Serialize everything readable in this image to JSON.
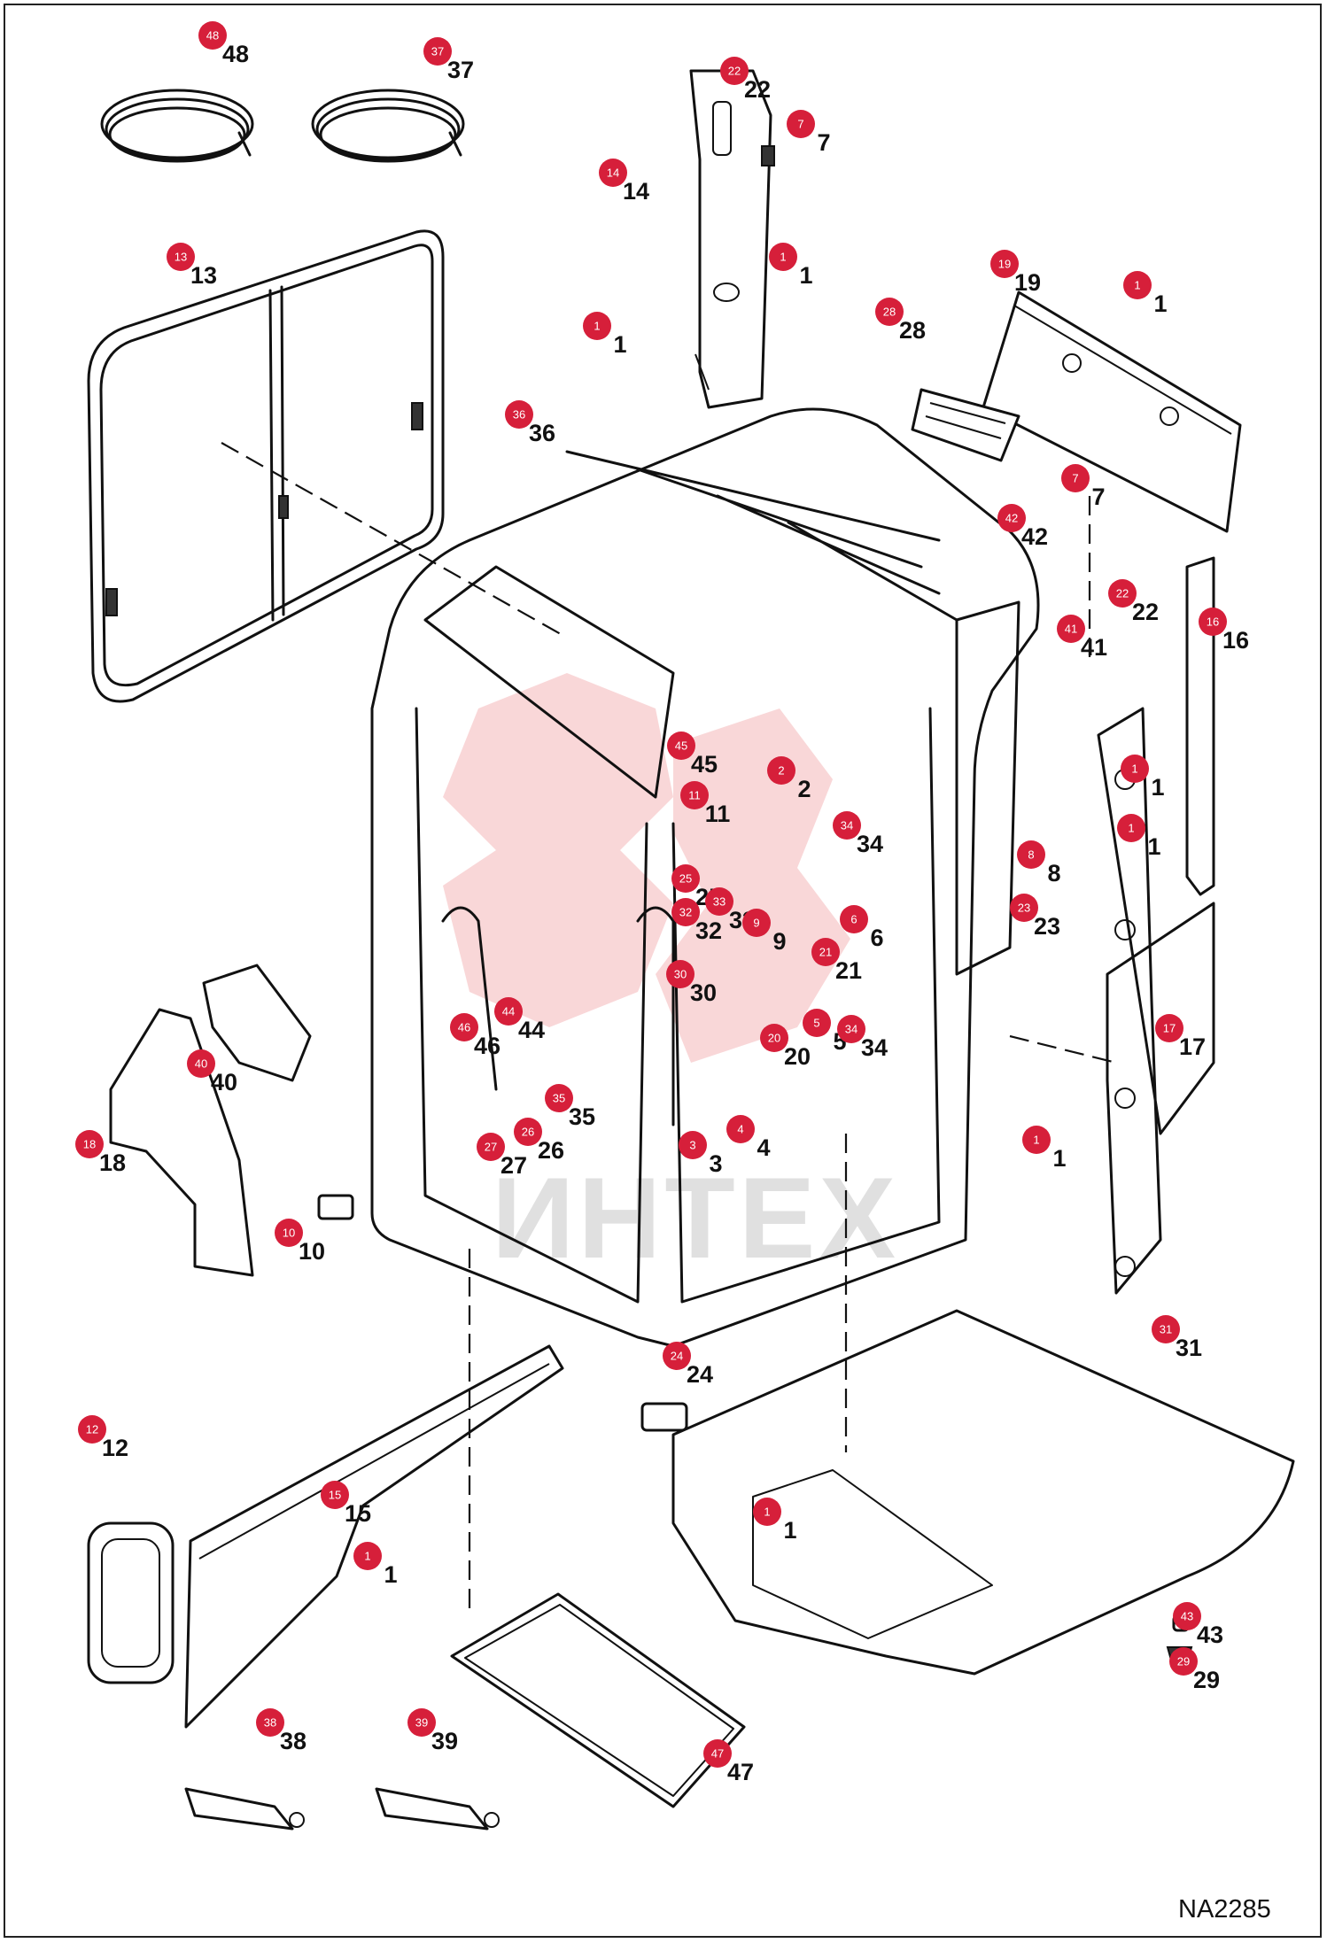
{
  "drawing_id": "NA2285",
  "watermark": "ИНТЕХ",
  "badge_color": "#d61f3a",
  "callouts": [
    {
      "id": "48",
      "label": "48"
    },
    {
      "id": "37",
      "label": "37"
    },
    {
      "id": "22a",
      "label": "22"
    },
    {
      "id": "7a",
      "label": "7"
    },
    {
      "id": "14",
      "label": "14"
    },
    {
      "id": "1a",
      "label": "1"
    },
    {
      "id": "1b",
      "label": "1"
    },
    {
      "id": "13",
      "label": "13"
    },
    {
      "id": "19",
      "label": "19"
    },
    {
      "id": "1c",
      "label": "1"
    },
    {
      "id": "28",
      "label": "28"
    },
    {
      "id": "36",
      "label": "36"
    },
    {
      "id": "7b",
      "label": "7"
    },
    {
      "id": "42",
      "label": "42"
    },
    {
      "id": "22b",
      "label": "22"
    },
    {
      "id": "41",
      "label": "41"
    },
    {
      "id": "16",
      "label": "16"
    },
    {
      "id": "45",
      "label": "45"
    },
    {
      "id": "2",
      "label": "2"
    },
    {
      "id": "11",
      "label": "11"
    },
    {
      "id": "34a",
      "label": "34"
    },
    {
      "id": "1d",
      "label": "1"
    },
    {
      "id": "1e",
      "label": "1"
    },
    {
      "id": "8",
      "label": "8"
    },
    {
      "id": "25",
      "label": "25"
    },
    {
      "id": "33",
      "label": "33"
    },
    {
      "id": "32",
      "label": "32"
    },
    {
      "id": "6",
      "label": "6"
    },
    {
      "id": "9",
      "label": "9"
    },
    {
      "id": "21",
      "label": "21"
    },
    {
      "id": "23",
      "label": "23"
    },
    {
      "id": "30",
      "label": "30"
    },
    {
      "id": "5",
      "label": "5"
    },
    {
      "id": "34b",
      "label": "34"
    },
    {
      "id": "20",
      "label": "20"
    },
    {
      "id": "44",
      "label": "44"
    },
    {
      "id": "46",
      "label": "46"
    },
    {
      "id": "17",
      "label": "17"
    },
    {
      "id": "40",
      "label": "40"
    },
    {
      "id": "35",
      "label": "35"
    },
    {
      "id": "26",
      "label": "26"
    },
    {
      "id": "27",
      "label": "27"
    },
    {
      "id": "4",
      "label": "4"
    },
    {
      "id": "3",
      "label": "3"
    },
    {
      "id": "18",
      "label": "18"
    },
    {
      "id": "1f",
      "label": "1"
    },
    {
      "id": "10",
      "label": "10"
    },
    {
      "id": "24",
      "label": "24"
    },
    {
      "id": "31",
      "label": "31"
    },
    {
      "id": "12",
      "label": "12"
    },
    {
      "id": "15",
      "label": "15"
    },
    {
      "id": "1g",
      "label": "1"
    },
    {
      "id": "1h",
      "label": "1"
    },
    {
      "id": "43",
      "label": "43"
    },
    {
      "id": "29",
      "label": "29"
    },
    {
      "id": "38",
      "label": "38"
    },
    {
      "id": "39",
      "label": "39"
    },
    {
      "id": "47",
      "label": "47"
    }
  ]
}
